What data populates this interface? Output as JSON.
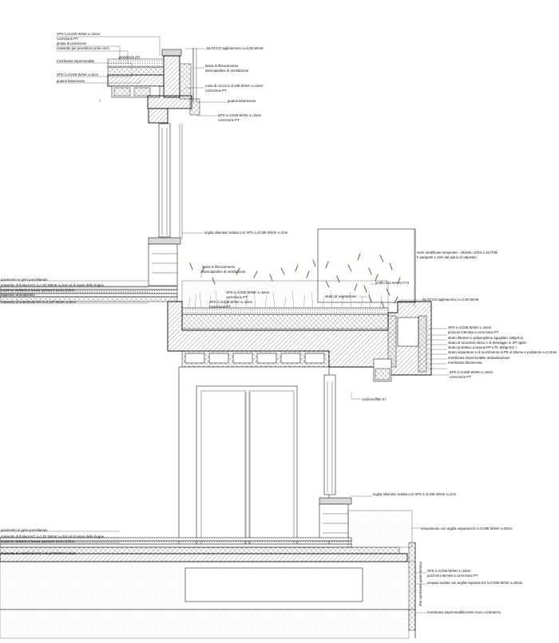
{
  "annotations": {
    "xps_top": "XPS λ=0,030 W/mK s=16cm",
    "correzione_top": "correzione PT",
    "ghiaia": "ghiaia di protezione",
    "massetto_pendenza": "massetto per pendenza smin=4cm",
    "pendenza": "pendenza 2%",
    "membrana_imp": "membrana impermeabile",
    "xps_8": "XPS λ=0,036 W/mK s=8cm",
    "guaina_top": "guaina bituminosa",
    "blocco_top": "BLOCCO taglietermico λ=0,05 W/mK",
    "lastra_fibro_top": "lastra in fibrocemento",
    "intercapedine_top": "intercapedine di ventilazione",
    "lana_roccia": "Lana di roccia λ=0,035 W/mK s=16cm",
    "correzione_lana": "correzione PT",
    "guaina_mid": "guaina bituminosa",
    "eps_top": "EPS λ=0,036 W/mK s=16cm",
    "correzione_eps": "correzione PT",
    "soglia_mid": "soglia alluminio isolata con XPS λ=0,036 W/mK s=2cm",
    "vetro": "vetro stratificato temperato - infanitio 10/10.1.52 PVB",
    "parapetto": "h parapetti 1,10m dal piano di calpestio",
    "lastra_fibro_mid": "lastra in fibrocemento",
    "intercapedine_mid": "intercapedine di ventilazione",
    "profilo": "profilo box NAVIA F73",
    "xps_mid": "XPS λ=0,036 W/mK s=16cm",
    "correzione_xps_mid": "correzione PT",
    "strato_veg": "strato di vegetazione",
    "blocco_mid": "BLOCCO taglietermico λ=0,05 W/mK",
    "pav_grès_mid": "pavimento in grès porcellanato",
    "massetto_fin_mid": "massetto di finitura KG λ=1,02 W/mK s=3cm al di sopra delle bugne",
    "impianto_mid": "impianto radiante a bassa spessore smin=2,3cm",
    "tappetino": "tappetino anticalpestio",
    "massetto_sott_mid": "massetto di sottofondo KG λ=0,147 W/mK s=8cm",
    "xps_right": "XPS λ=0,036 W/mK s=16cm",
    "porzioni_right": "porzioni interrate a correzione PT",
    "filtrante": "strato filtrante in polipropilene agugliato 130gr/m2",
    "accumulo": "strato di accumulo idrico e di drenaggio in XP rigido",
    "protettivo": "strato protettivo a tessuti PP e PL 500gr/m2 +",
    "separatore": "strato separatore e di scorrimento di PE ul bitume e polistirolo s=0,2mm",
    "membrana_antirad": "membrana impermeabile antiradicazione",
    "membrana_bit": "membrana bituminosa",
    "eps_right": "EPS λ=0,036 W/mK s=16cm",
    "correzione_eps_right": "correzione PT",
    "controsoffitto": "controsoffitto KI",
    "soglia_low": "soglia alluminio isolata con XPS λ=0,036 W/mK s=2cm",
    "riempimento": "riempimento con argilla espansa KX λ=0,095 W/mK s=50cm",
    "pav_grès_low": "pavimento in grès porcellanato",
    "massetto_fin_low": "massetto di finitura KG λ=1,02 W/mK s=3cm al di sopra delle bugne",
    "impianto_low": "impianto radiante a bassa spessore smin=2,3cm",
    "massetto_sott_low": "massetto di sottofondo KG λ=0,147 W/mK s=6cm",
    "xps_low": "XPS λ=0,036 W/mK s=16cm",
    "porzioni_low": "porzioni interrate a correzione PT",
    "vespaio": "vespaio isolato con argilla espansa KX λ=0,095 W/mK s=50cm",
    "membrana_low": "membrana impermeabilizzante muro controterra",
    "vertical_label": "rifor correzione ponte termico"
  },
  "colors": {
    "line": "#222222",
    "vegetation": "#8a6a3a",
    "fill_grey": "#d9d9d9"
  }
}
